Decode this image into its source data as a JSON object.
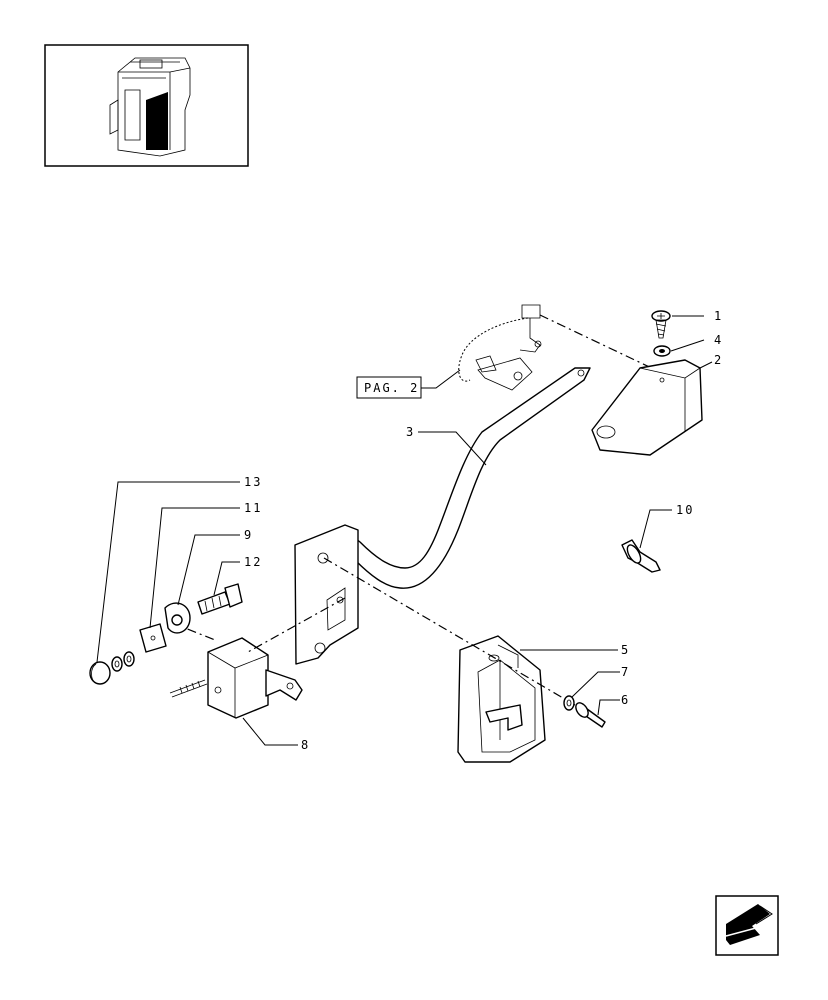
{
  "diagram": {
    "reference_box_label": "PAG. 2",
    "callouts": [
      {
        "id": "c1",
        "text": "1"
      },
      {
        "id": "c4",
        "text": "4"
      },
      {
        "id": "c2",
        "text": "2"
      },
      {
        "id": "c3",
        "text": "3"
      },
      {
        "id": "c10",
        "text": "10"
      },
      {
        "id": "c13",
        "text": "13"
      },
      {
        "id": "c11",
        "text": "11"
      },
      {
        "id": "c9",
        "text": "9"
      },
      {
        "id": "c12",
        "text": "12"
      },
      {
        "id": "c5",
        "text": "5"
      },
      {
        "id": "c7",
        "text": "7"
      },
      {
        "id": "c6",
        "text": "6"
      },
      {
        "id": "c8",
        "text": "8"
      }
    ]
  },
  "icons": {
    "thumbnail": "cab-thumbnail-icon",
    "nav": "next-page-arrow-icon"
  }
}
